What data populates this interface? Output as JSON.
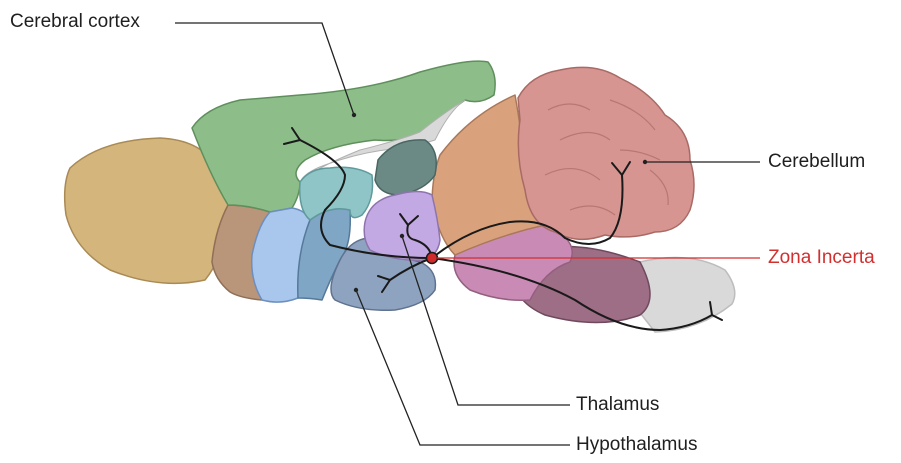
{
  "labels": {
    "cerebral_cortex": "Cerebral cortex",
    "cerebellum": "Cerebellum",
    "zona_incerta": "Zona Incerta",
    "thalamus": "Thalamus",
    "hypothalamus": "Hypothalamus"
  },
  "colors": {
    "olfactory_bulb": "#d4b57c",
    "cortex": "#8dbe8a",
    "cerebellum": "#d69591",
    "midbrain": "#d9a27c",
    "striatum": "#a9c6ec",
    "thalamus": "#c3a9e3",
    "hypothalamus": "#8ea3bf",
    "pons": "#c98bb6",
    "medulla": "#9e6d86",
    "highlight": "#d12a2a",
    "highlight_text": "#d32f2f"
  }
}
